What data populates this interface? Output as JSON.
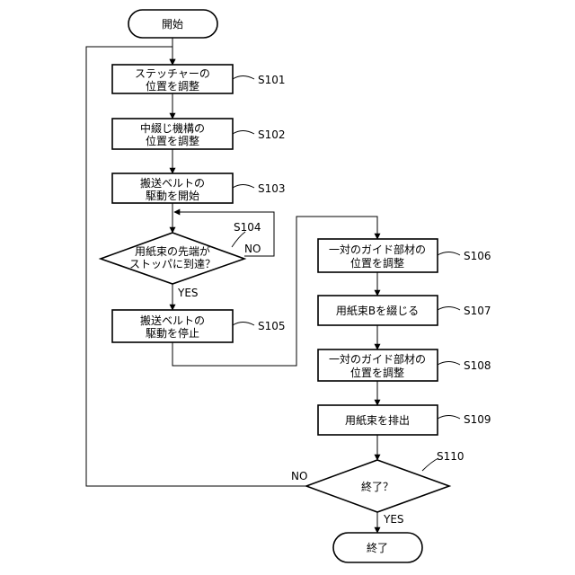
{
  "colors": {
    "stroke": "#000000",
    "fill": "#ffffff",
    "text": "#000000"
  },
  "nodes": {
    "start": {
      "lines": [
        "開始"
      ]
    },
    "s101": {
      "lines": [
        "ステッチャーの",
        "位置を調整"
      ],
      "tag": "S101"
    },
    "s102": {
      "lines": [
        "中綴じ機構の",
        "位置を調整"
      ],
      "tag": "S102"
    },
    "s103": {
      "lines": [
        "搬送ベルトの",
        "駆動を開始"
      ],
      "tag": "S103"
    },
    "s104": {
      "lines": [
        "用紙束の先端が",
        "ストッパに到達？"
      ],
      "tag": "S104",
      "yes": "YES",
      "no": "NO"
    },
    "s105": {
      "lines": [
        "搬送ベルトの",
        "駆動を停止"
      ],
      "tag": "S105"
    },
    "s106": {
      "lines": [
        "一対のガイド部材の",
        "位置を調整"
      ],
      "tag": "S106"
    },
    "s107": {
      "lines": [
        "用紙束Bを綴じる"
      ],
      "tag": "S107"
    },
    "s108": {
      "lines": [
        "一対のガイド部材の",
        "位置を調整"
      ],
      "tag": "S108"
    },
    "s109": {
      "lines": [
        "用紙束を排出"
      ],
      "tag": "S109"
    },
    "s110": {
      "lines": [
        "終了？"
      ],
      "tag": "S110",
      "yes": "YES",
      "no": "NO"
    },
    "end": {
      "lines": [
        "終了"
      ]
    }
  }
}
